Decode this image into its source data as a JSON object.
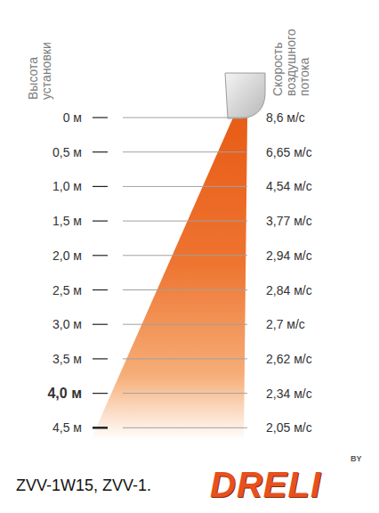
{
  "diagram": {
    "labels": [
      "Высота установки",
      "Скорость воздушного потока",
      "0 м",
      "8,6 м/с",
      "0,5 м",
      "6,65 м/с",
      "1,0 м",
      "4,54 м/с",
      "1,5 м",
      "3,77 м/с",
      "2,0 м",
      "2,94 м/с",
      "2,5 м",
      "2,84 м/с",
      "3,0 м",
      "2,7 м/с",
      "3,5 м",
      "2,62 м/с",
      "4,0 м",
      "2,34 м/с",
      "4,5 м",
      "2,05 м/с",
      "ZVV-1W15, ZVV-1.",
      "DRELI",
      "BY"
    ]
  }
}
